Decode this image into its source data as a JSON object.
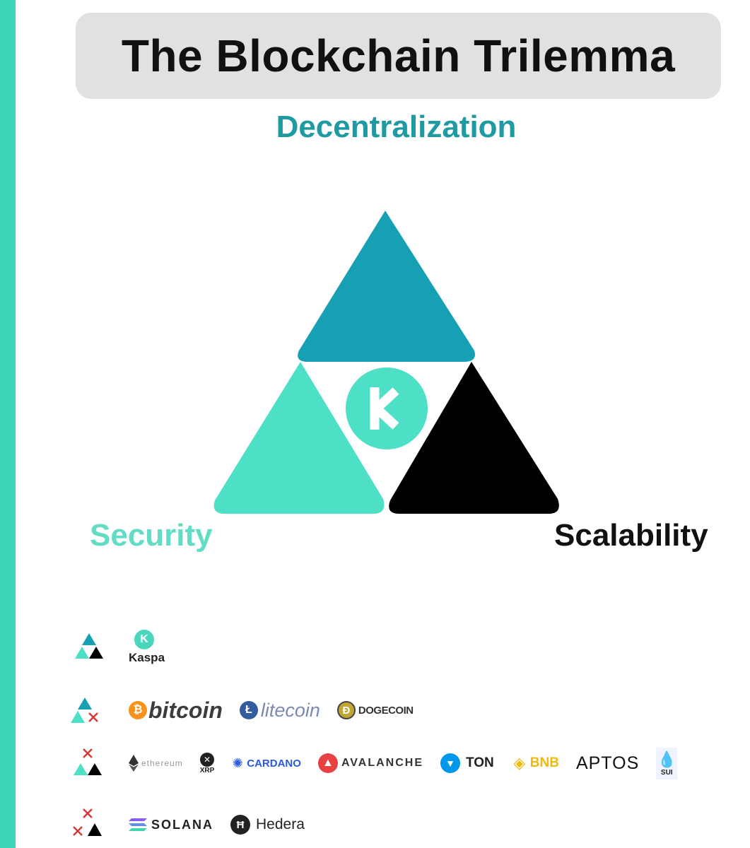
{
  "title": "The Blockchain Trilemma",
  "vertices": {
    "top": "Decentralization",
    "left": "Security",
    "right": "Scalability"
  },
  "center_logo": "kaspa-logo-icon",
  "colors": {
    "decentralization": "#17a0b4",
    "security": "#4de0c6",
    "scalability": "#000000",
    "sidebar": "#3ed6b8",
    "title_bg": "#e1e1e1"
  },
  "legend": [
    {
      "icon": "all-three-icon",
      "coins": [
        "Kaspa"
      ]
    },
    {
      "icon": "no-scalability-icon",
      "coins": [
        "bitcoin",
        "litecoin",
        "DOGECOIN"
      ]
    },
    {
      "icon": "no-decentralization-icon",
      "coins": [
        "ethereum",
        "XRP",
        "CARDANO",
        "AVALANCHE",
        "TON",
        "BNB",
        "APTOS",
        "SUI"
      ]
    },
    {
      "icon": "no-decentralization-no-security-icon",
      "coins": [
        "SOLANA",
        "Hedera"
      ]
    }
  ]
}
